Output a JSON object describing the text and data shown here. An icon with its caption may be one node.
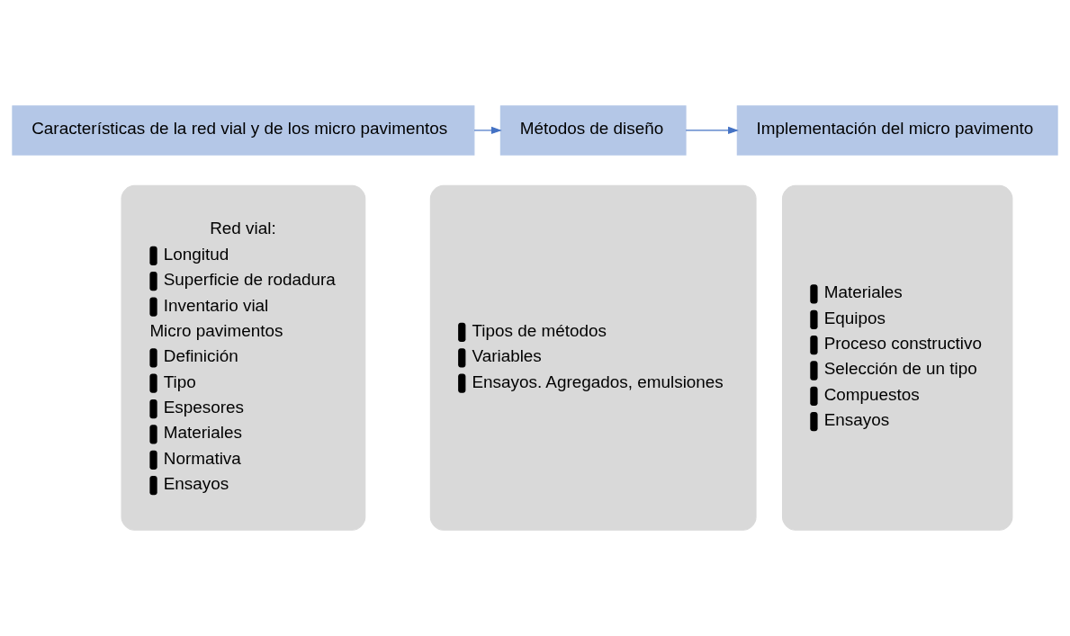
{
  "diagram": {
    "nodes": [
      {
        "text": [
          "Características de la red vial y de los micro pavimentos"
        ]
      },
      {
        "text": [
          "Métodos de diseño"
        ]
      },
      {
        "text": [
          "Implementación del micro pavimento"
        ]
      },
      {
        "text": [
          "Red vial:",
          "Longitud",
          "Superficie de rodadura",
          "Inventario vial",
          "Micro pavimentos",
          "Definición",
          "Tipo",
          "Espesores",
          "Materiales",
          "Normativa",
          "Ensayos"
        ]
      },
      {
        "text": [
          "Tipos de métodos",
          "Variables",
          "Ensayos. Agregados, emulsiones"
        ]
      },
      {
        "text": [
          "Materiales",
          "Equipos",
          "Proceso constructivo",
          "Selección de un tipo",
          "Compuestos",
          "Ensayos"
        ]
      }
    ],
    "edges": [
      {
        "from": 0,
        "to": 1,
        "arrow": "to"
      },
      {
        "from": 1,
        "to": 2,
        "arrow": "to"
      }
    ]
  }
}
